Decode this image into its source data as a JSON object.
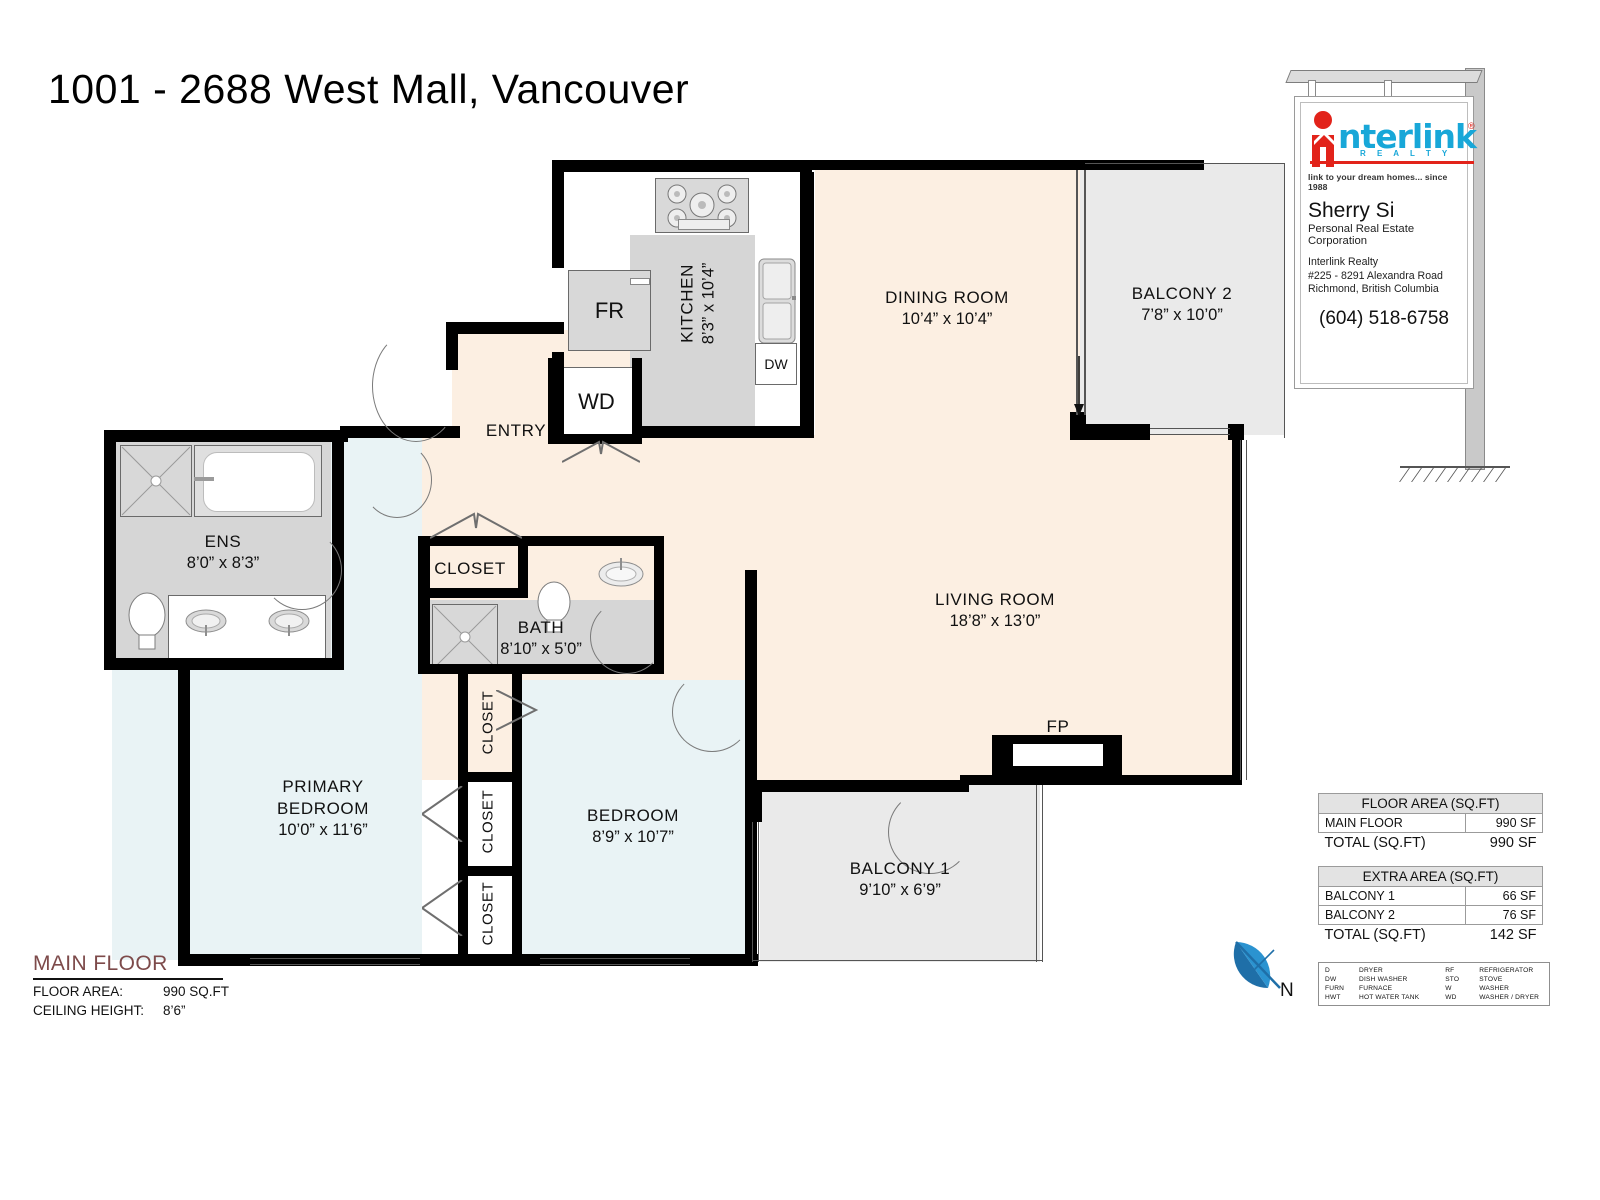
{
  "title": "1001 - 2688 West Mall, Vancouver",
  "sign": {
    "brand_word": "nterlink",
    "brand_sub": "R E A L T Y",
    "brand_reg": "®",
    "tagline": "link to your dream homes... since 1988",
    "agent_name": "Sherry Si",
    "agent_role": "Personal Real Estate Corporation",
    "company": "Interlink Realty",
    "address_1": "#225 - 8291 Alexandra Road",
    "address_2": "Richmond, British Columbia",
    "phone": "(604) 518-6758",
    "logo_red": "#e2231a",
    "logo_blue": "#18a7d8"
  },
  "rooms": [
    {
      "name": "KITCHEN",
      "dim": "8’3” x 10’4”"
    },
    {
      "name": "DINING ROOM",
      "dim": "10’4” x 10’4”"
    },
    {
      "name": "BALCONY 2",
      "dim": "7’8” x 10’0”"
    },
    {
      "name": "LIVING ROOM",
      "dim": "18’8” x 13’0”"
    },
    {
      "name": "ENS",
      "dim": "8’0” x 8’3”"
    },
    {
      "name": "BATH",
      "dim": "8’10” x 5’0”"
    },
    {
      "name": "PRIMARY BEDROOM",
      "dim": "10’0” x 11’6”"
    },
    {
      "name": "BEDROOM",
      "dim": "8’9” x 10’7”"
    },
    {
      "name": "BALCONY 1",
      "dim": "9’10” x 6’9”"
    }
  ],
  "labels": {
    "entry": "ENTRY",
    "closet": "CLOSET",
    "closet_1": "CLOSET",
    "closet_2": "CLOSET",
    "closet_3": "CLOSET",
    "primary_line1": "PRIMARY",
    "primary_line2": "BEDROOM",
    "fp": "FP",
    "fr": "FR",
    "wd": "WD",
    "dw": "DW"
  },
  "floor_area_table": {
    "header": "FLOOR AREA (SQ.FT)",
    "rows": [
      {
        "label": "MAIN FLOOR",
        "value": "990 SF"
      }
    ],
    "total_label": "TOTAL (SQ.FT)",
    "total_value": "990 SF"
  },
  "extra_area_table": {
    "header": "EXTRA AREA (SQ.FT)",
    "rows": [
      {
        "label": "BALCONY 1",
        "value": "66 SF"
      },
      {
        "label": "BALCONY 2",
        "value": "76 SF"
      }
    ],
    "total_label": "TOTAL (SQ.FT)",
    "total_value": "142 SF"
  },
  "legend": {
    "left": [
      {
        "code": "D",
        "text": "DRYER"
      },
      {
        "code": "DW",
        "text": "DISH WASHER"
      },
      {
        "code": "FURN",
        "text": "FURNACE"
      },
      {
        "code": "HWT",
        "text": "HOT WATER TANK"
      }
    ],
    "right": [
      {
        "code": "RF",
        "text": "REFRIGERATOR"
      },
      {
        "code": "STO",
        "text": "STOVE"
      },
      {
        "code": "W",
        "text": "WASHER"
      },
      {
        "code": "WD",
        "text": "WASHER / DRYER"
      }
    ]
  },
  "compass": {
    "north": "N"
  },
  "main_floor": {
    "title": "MAIN FLOOR",
    "area_label": "FLOOR AREA:",
    "area_value": "990 SQ.FT",
    "ceiling_label": "CEILING HEIGHT:",
    "ceiling_value": "8’6”"
  }
}
